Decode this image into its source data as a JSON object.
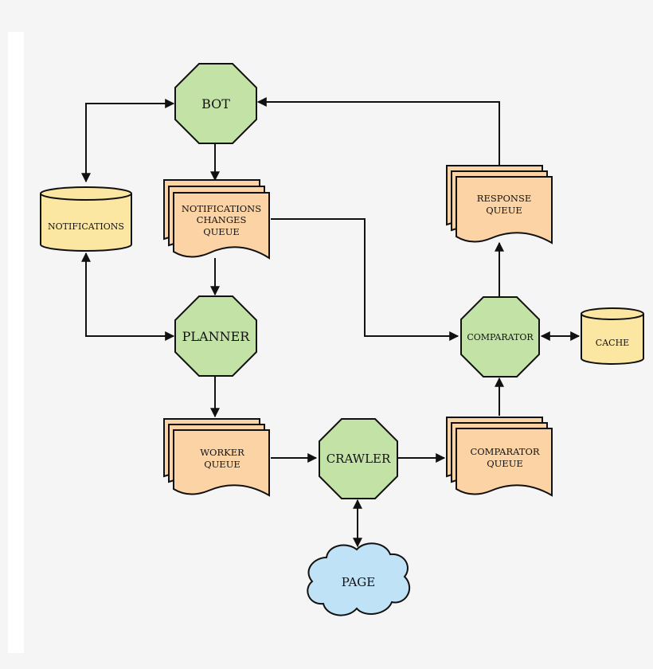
{
  "nodes": {
    "bot": "BOT",
    "planner": "PLANNER",
    "crawler": "CRAWLER",
    "comparator": "COMPARATOR",
    "notifications_store": "NOTIFICATIONS",
    "cache": "CACHE",
    "page": "PAGE",
    "notifications_changes_queue": [
      "NOTIFICATIONS",
      "CHANGES",
      "QUEUE"
    ],
    "worker_queue": [
      "WORKER",
      "QUEUE"
    ],
    "comparator_queue": [
      "COMPARATOR",
      "QUEUE"
    ],
    "response_queue": [
      "RESPONSE",
      "QUEUE"
    ]
  },
  "colors": {
    "process": "#c3e3a6",
    "queue": "#fbd3a4",
    "storage": "#fbe6a2",
    "external": "#bfe2f6",
    "background": "#f5f5f5",
    "panel": "#ffffff"
  }
}
